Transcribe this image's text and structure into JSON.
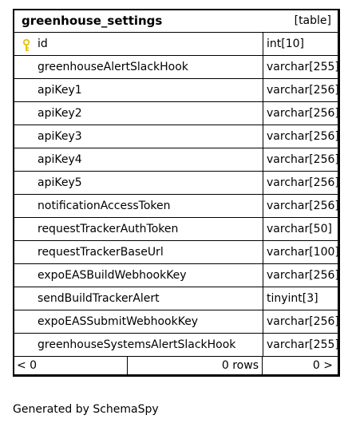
{
  "table": {
    "title": "greenhouse_settings",
    "kind": "[table]",
    "columns": [
      {
        "name": "id",
        "type": "int[10]",
        "primary_key": true
      },
      {
        "name": "greenhouseAlertSlackHook",
        "type": "varchar[255]",
        "primary_key": false
      },
      {
        "name": "apiKey1",
        "type": "varchar[256]",
        "primary_key": false
      },
      {
        "name": "apiKey2",
        "type": "varchar[256]",
        "primary_key": false
      },
      {
        "name": "apiKey3",
        "type": "varchar[256]",
        "primary_key": false
      },
      {
        "name": "apiKey4",
        "type": "varchar[256]",
        "primary_key": false
      },
      {
        "name": "apiKey5",
        "type": "varchar[256]",
        "primary_key": false
      },
      {
        "name": "notificationAccessToken",
        "type": "varchar[256]",
        "primary_key": false
      },
      {
        "name": "requestTrackerAuthToken",
        "type": "varchar[50]",
        "primary_key": false
      },
      {
        "name": "requestTrackerBaseUrl",
        "type": "varchar[100]",
        "primary_key": false
      },
      {
        "name": "expoEASBuildWebhookKey",
        "type": "varchar[256]",
        "primary_key": false
      },
      {
        "name": "sendBuildTrackerAlert",
        "type": "tinyint[3]",
        "primary_key": false
      },
      {
        "name": "expoEASSubmitWebhookKey",
        "type": "varchar[256]",
        "primary_key": false
      },
      {
        "name": "greenhouseSystemsAlertSlackHook",
        "type": "varchar[255]",
        "primary_key": false
      }
    ],
    "footer": {
      "left": "< 0",
      "middle": "0 rows",
      "right": "0 >"
    }
  },
  "credit": "Generated by SchemaSpy",
  "colors": {
    "border": "#000000",
    "key_icon": "#e6c200",
    "background": "#ffffff"
  },
  "icons": {
    "primary_key": "key-icon"
  }
}
